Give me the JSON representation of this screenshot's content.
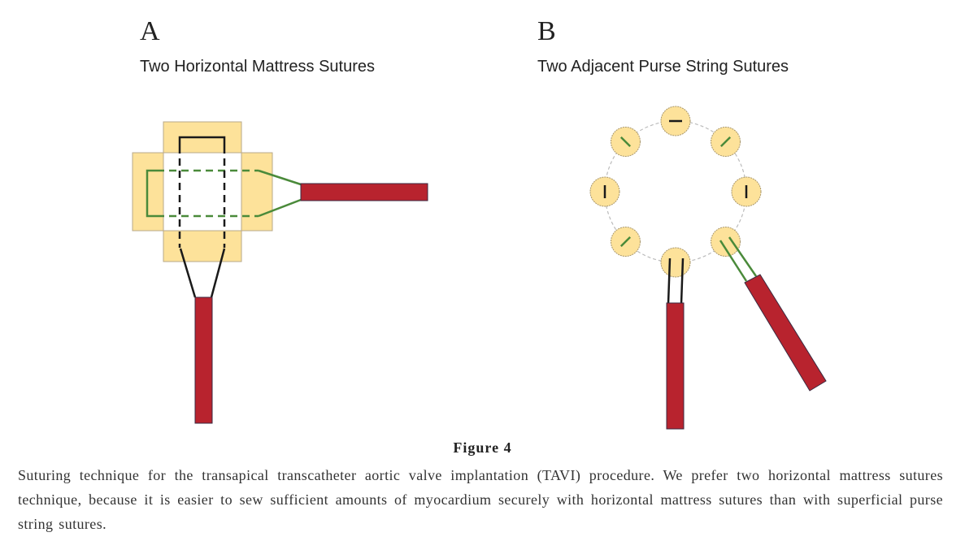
{
  "panels": [
    {
      "letter": "A",
      "title": "Two Horizontal Mattress Sutures"
    },
    {
      "letter": "B",
      "title": "Two Adjacent Purse String Sutures"
    }
  ],
  "figure": {
    "label": "Figure 4",
    "caption": "Suturing technique for the transapical transcatheter aortic valve implantation (TAVI) procedure. We prefer two horizontal mattress sutures technique, because it is easier to sew sufficient amounts of myocardium securely with horizontal mattress sutures than with superficial purse string sutures."
  },
  "colors": {
    "pledget": "#fde29a",
    "tourniquet": "#b8232e",
    "suture_green": "#4a8a3a",
    "suture_black": "#1a1a1a",
    "ring": "#bbbbbb"
  },
  "purse_string": {
    "pledget_count": 8
  }
}
